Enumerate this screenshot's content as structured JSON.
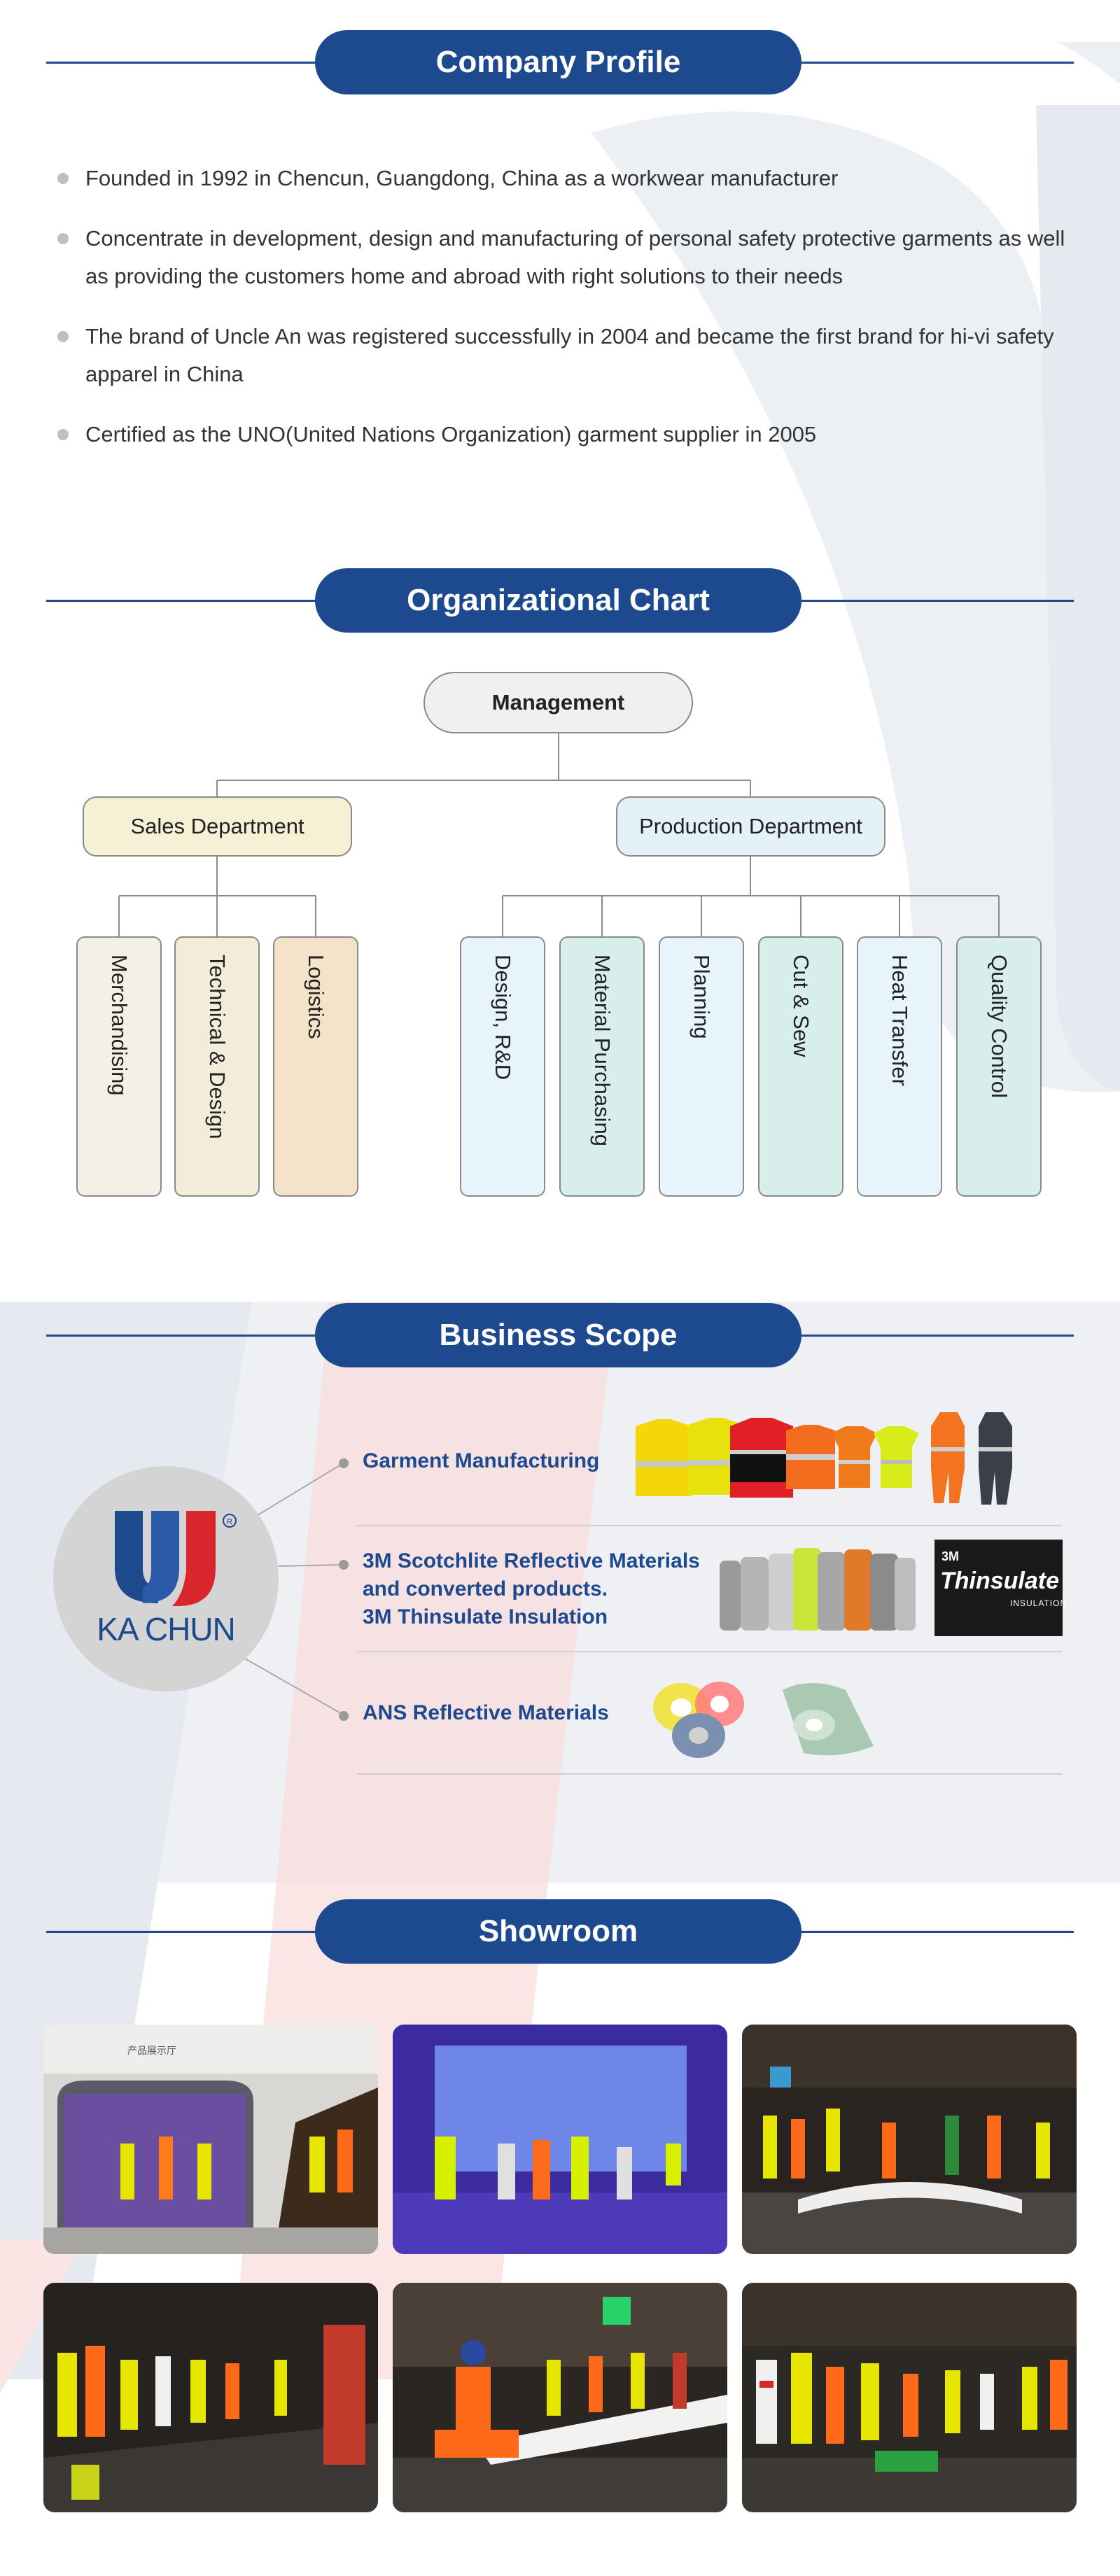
{
  "company_profile": {
    "title": "Company Profile",
    "items": [
      "Founded in 1992 in Chencun, Guangdong, China as a workwear manufacturer",
      "Concentrate in development, design and manufacturing of personal safety protective garments as well as providing the  customers home and abroad with right solutions to their needs",
      "The brand of Uncle An was registered successfully in 2004 and became the first brand for hi-vi safety apparel in China",
      "Certified as the UNO(United Nations Organization) garment supplier in 2005"
    ]
  },
  "org_chart": {
    "title": "Organizational Chart",
    "management": "Management",
    "sales": {
      "label": "Sales Department",
      "children": [
        "Merchandising",
        "Technical & Design",
        "Logistics"
      ]
    },
    "production": {
      "label": "Production Department",
      "children": [
        "Design, R&D",
        "Material  Purchasing",
        "Planning",
        "Cut & Sew",
        "Heat Transfer",
        "Quality Control"
      ]
    }
  },
  "business_scope": {
    "title": "Business Scope",
    "logo_text": "KA CHUN",
    "items": [
      [
        "Garment Manufacturing"
      ],
      [
        "3M Scotchlite Reflective Materials",
        "and converted products.",
        "3M Thinsulate Insulation"
      ],
      [
        "ANS  Reflective  Materials"
      ]
    ],
    "badge": {
      "brand": "3M",
      "name": "Thinsulate",
      "sub": "INSULATION"
    }
  },
  "showroom": {
    "title": "Showroom",
    "sign_text": "产品展示厅"
  },
  "colors": {
    "primary_blue": "#1d4a8f",
    "sales_fill": "#f6f0d4",
    "production_fill": "#e4f1f8"
  }
}
